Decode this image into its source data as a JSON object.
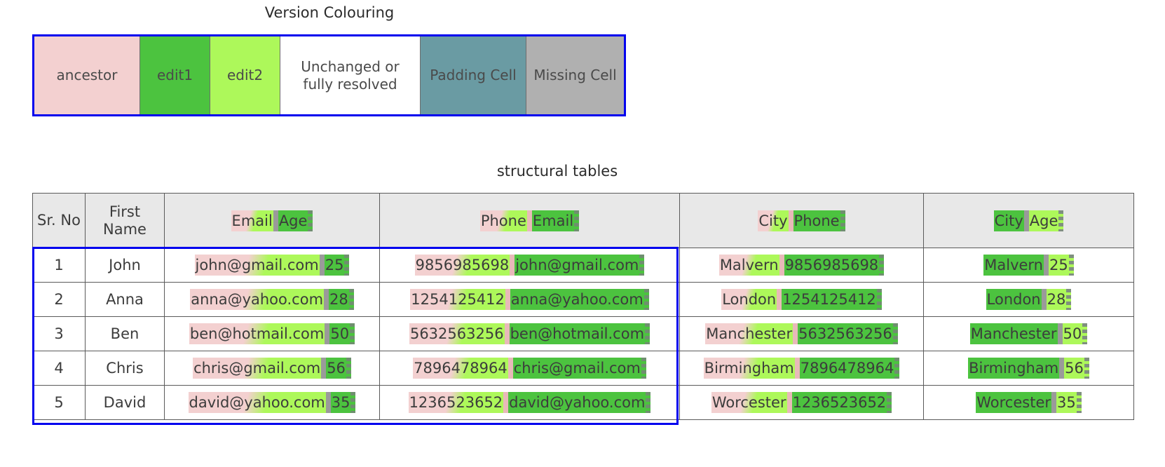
{
  "legend": {
    "title": "Version Colouring",
    "border_color": "#0000ee",
    "items": [
      {
        "label": "ancestor",
        "color": "#f3d0d0"
      },
      {
        "label": "edit1",
        "color": "#4cc33f"
      },
      {
        "label": "edit2",
        "color": "#adf85a"
      },
      {
        "label": "Unchanged or fully resolved",
        "color": "#ffffff"
      },
      {
        "label": "Padding Cell",
        "color": "#6a9ba3"
      },
      {
        "label": "Missing Cell",
        "color": "#b0b0b0"
      }
    ]
  },
  "tables": {
    "title": "structural tables",
    "headers": {
      "sr_no": "Sr. No",
      "first_name": "First Name",
      "col3_a": "Email",
      "col3_b": "Age",
      "col4_a": "Phone",
      "col4_b": "Email",
      "col5_a": "City",
      "col5_b": "Phone",
      "col6_a": "City",
      "col6_b": "Age"
    },
    "rows": [
      {
        "sr": "1",
        "first_name": "John",
        "c3a": "john@gmail.com",
        "c3b": "25",
        "c4a": "9856985698",
        "c4b": "john@gmail.com",
        "c5a": "Malvern",
        "c5b": "9856985698",
        "c6a": "Malvern",
        "c6b": "25"
      },
      {
        "sr": "2",
        "first_name": "Anna",
        "c3a": "anna@yahoo.com",
        "c3b": "28",
        "c4a": "1254125412",
        "c4b": "anna@yahoo.com",
        "c5a": "London",
        "c5b": "1254125412",
        "c6a": "London",
        "c6b": "28"
      },
      {
        "sr": "3",
        "first_name": "Ben",
        "c3a": "ben@hotmail.com",
        "c3b": "50",
        "c4a": "5632563256",
        "c4b": "ben@hotmail.com",
        "c5a": "Manchester",
        "c5b": "5632563256",
        "c6a": "Manchester",
        "c6b": "50"
      },
      {
        "sr": "4",
        "first_name": "Chris",
        "c3a": "chris@gmail.com",
        "c3b": "56",
        "c4a": "7896478964",
        "c4b": "chris@gmail.com",
        "c5a": "Birmingham",
        "c5b": "7896478964",
        "c6a": "Birmingham",
        "c6b": "56"
      },
      {
        "sr": "5",
        "first_name": "David",
        "c3a": "david@yahoo.com",
        "c3b": "35",
        "c4a": "1236523652",
        "c4b": "david@yahoo.com",
        "c5a": "Worcester",
        "c5b": "1236523652",
        "c6a": "Worcester",
        "c6b": "35"
      }
    ]
  },
  "colors": {
    "ancestor": "#f3d0d0",
    "edit1": "#4cc33f",
    "edit2": "#adf85a",
    "unchanged": "#ffffff",
    "padding": "#6a9ba3",
    "missing": "#b0b0b0",
    "highlight_border": "#0000ee",
    "header_bg": "#e8e8e8",
    "grid": "#5a5a5a"
  }
}
